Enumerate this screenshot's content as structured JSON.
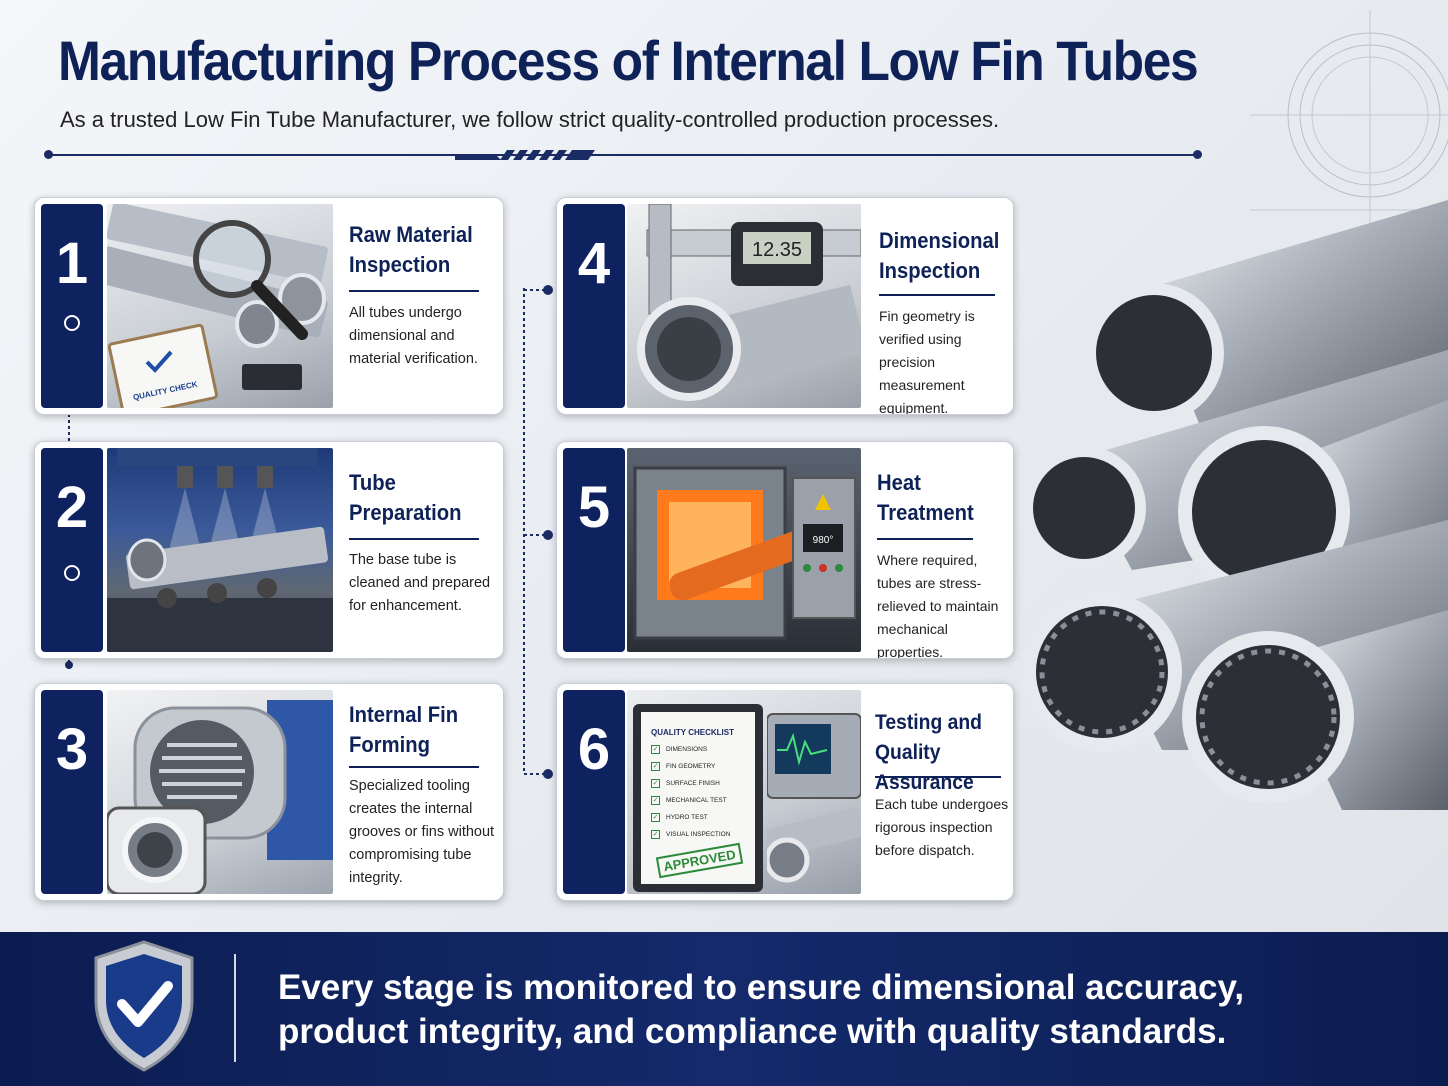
{
  "header": {
    "title": "Manufacturing Process of Internal Low Fin Tubes",
    "subtitle": "As a trusted Low Fin Tube Manufacturer, we follow strict quality-controlled production processes."
  },
  "steps": [
    {
      "number": "1",
      "title_line1": "Raw Material",
      "title_line2": "Inspection",
      "description": "All tubes undergo dimensional and material verification.",
      "image_label": "QUALITY CHECK"
    },
    {
      "number": "2",
      "title_line1": "Tube",
      "title_line2": "Preparation",
      "description": "The base tube is cleaned and prepared for enhancement."
    },
    {
      "number": "3",
      "title_line1": "Internal Fin",
      "title_line2": "Forming",
      "description": "Specialized tooling creates the internal grooves or fins without compromising tube integrity."
    },
    {
      "number": "4",
      "title_line1": "Dimensional",
      "title_line2": "Inspection",
      "description": "Fin geometry is verified using precision measurement equipment.",
      "gauge_reading": "12.35"
    },
    {
      "number": "5",
      "title_line1": "Heat",
      "title_line2": "Treatment",
      "description": "Where required, tubes are stress-relieved to maintain mechanical properties.",
      "panel_reading": "980°"
    },
    {
      "number": "6",
      "title_line1": "Testing and",
      "title_line2": "Quality Assurance",
      "description": "Each tube undergoes rigorous inspection before dispatch.",
      "checklist_title": "QUALITY CHECKLIST",
      "checklist_items": [
        "DIMENSIONS",
        "FIN GEOMETRY",
        "SURFACE FINISH",
        "MECHANICAL TEST",
        "HYDRO TEST",
        "VISUAL INSPECTION"
      ],
      "stamp": "APPROVED"
    }
  ],
  "footer": {
    "line1": "Every stage is monitored to ensure dimensional accuracy,",
    "line2": "product integrity, and compliance with quality standards."
  },
  "colors": {
    "navy": "#0f2260",
    "title": "#0e2258",
    "footer": "#0b1c50"
  },
  "icons": [
    "shield-check-icon",
    "magnifier-icon",
    "caliper-icon"
  ]
}
